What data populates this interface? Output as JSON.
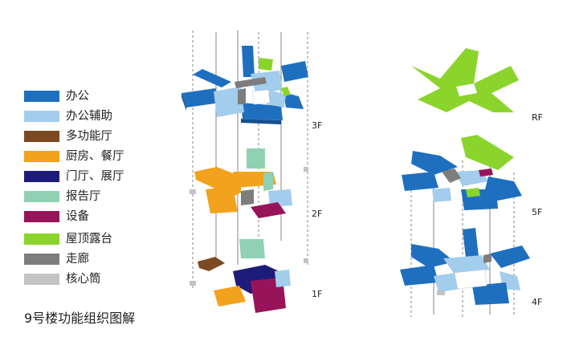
{
  "colors": {
    "office": "#1f6fbf",
    "office_aux": "#a3cdec",
    "multi_hall": "#7b4a23",
    "kitchen": "#f3a21d",
    "lobby": "#1e1c7a",
    "lecture": "#8fd1b2",
    "equipment": "#98145a",
    "roof_terrace": "#8bd42c",
    "corridor": "#7d7d7d",
    "core": "#c3c3c3"
  },
  "legend": [
    {
      "label": "办公",
      "color": "#1f6fbf"
    },
    {
      "label": "办公辅助",
      "color": "#a3cdec"
    },
    {
      "label": "多功能厅",
      "color": "#7b4a23"
    },
    {
      "label": "厨房、餐厅",
      "color": "#f3a21d"
    },
    {
      "label": "门厅、展厅",
      "color": "#1e1c7a"
    },
    {
      "label": "报告厅",
      "color": "#8fd1b2"
    },
    {
      "label": "设备",
      "color": "#98145a"
    },
    {
      "label": "屋顶露台",
      "color": "#8bd42c"
    },
    {
      "label": "走廊",
      "color": "#7d7d7d"
    },
    {
      "label": "核心筒",
      "color": "#c3c3c3"
    }
  ],
  "floors": {
    "f3": "3F",
    "f2": "2F",
    "f1": "1F",
    "rf": "RF",
    "f5": "5F",
    "f4": "4F"
  },
  "caption": "9号楼功能组织图解"
}
